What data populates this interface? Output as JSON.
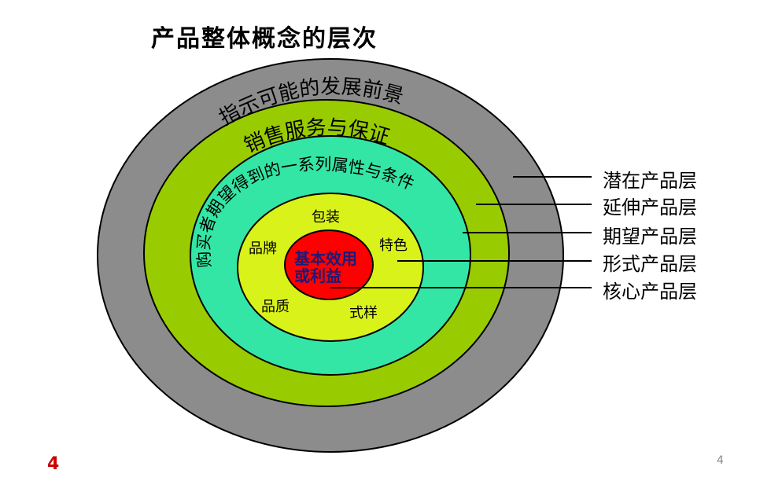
{
  "title": "产品整体概念的层次",
  "rings": {
    "potential": {
      "text": "指示可能的发展前景",
      "color": "#8c8c8c"
    },
    "augmented": {
      "text": "销售服务与保证",
      "color": "#99cc00"
    },
    "expected": {
      "text": "购买者期望得到的一系列属性与条件",
      "color": "#33e6a6"
    },
    "formal": {
      "color": "#d9f21a"
    },
    "core": {
      "color": "#ff0000"
    }
  },
  "formal_items": {
    "packaging": "包装",
    "brand": "品牌",
    "features": "特色",
    "quality": "品质",
    "style": "式样"
  },
  "core_text": {
    "line1": "基本效用",
    "line2": "或利益"
  },
  "legend": {
    "potential": "潜在产品层",
    "augmented": "延伸产品层",
    "expected": "期望产品层",
    "formal": "形式产品层",
    "core": "核心产品层"
  },
  "slide_number_left": "4",
  "slide_number_right": "4"
}
